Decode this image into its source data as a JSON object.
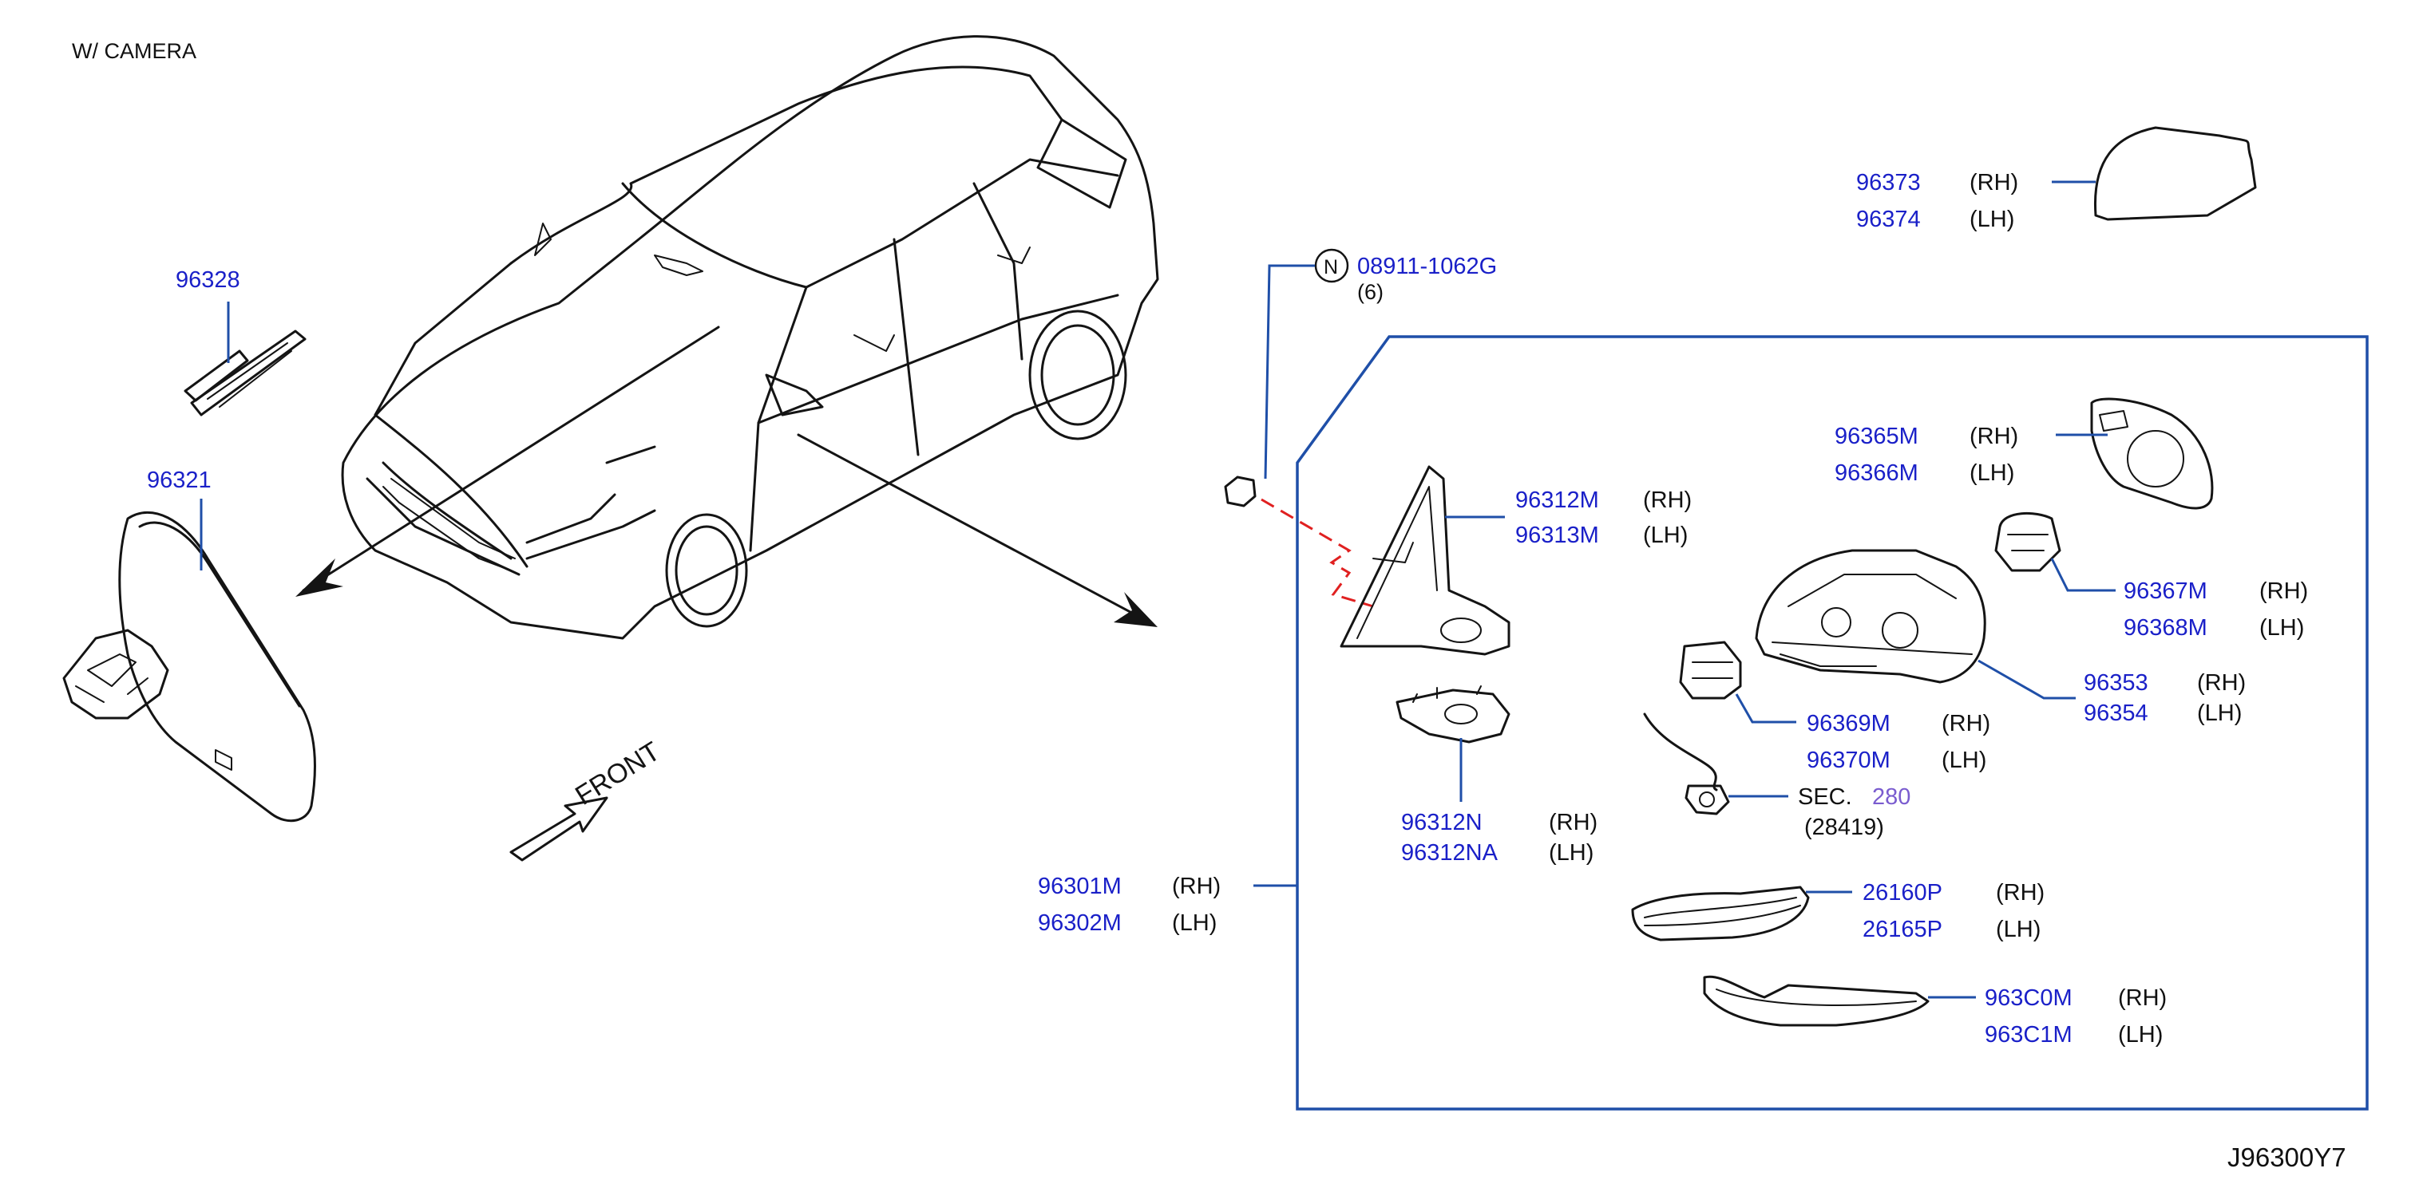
{
  "header": {
    "variant_label": "W/   CAMERA"
  },
  "footer": {
    "diagram_code": "J96300Y7"
  },
  "front_label": "FRONT",
  "colors": {
    "part_number": "#1a20c8",
    "leader_line": "#1f4fa8",
    "ref_link": "#7a5ccf",
    "red_dash": "#e02020",
    "ink": "#141414"
  },
  "parts": {
    "p96328": {
      "number": "96328"
    },
    "p96321": {
      "number": "96321"
    },
    "p08911": {
      "symbol": "N",
      "number": "08911-1062G",
      "qty": "(6)"
    },
    "p96373": {
      "number": "96373",
      "side": "(RH)"
    },
    "p96374": {
      "number": "96374",
      "side": "(LH)"
    },
    "p96365M": {
      "number": "96365M",
      "side": "(RH)"
    },
    "p96366M": {
      "number": "96366M",
      "side": "(LH)"
    },
    "p96312M": {
      "number": "96312M",
      "side": "(RH)"
    },
    "p96313M": {
      "number": "96313M",
      "side": "(LH)"
    },
    "p96367M": {
      "number": "96367M",
      "side": "(RH)"
    },
    "p96368M": {
      "number": "96368M",
      "side": "(LH)"
    },
    "p96353": {
      "number": "96353",
      "side": "(RH)"
    },
    "p96354": {
      "number": "96354",
      "side": "(LH)"
    },
    "p96369M": {
      "number": "96369M",
      "side": "(RH)"
    },
    "p96370M": {
      "number": "96370M",
      "side": "(LH)"
    },
    "sec": {
      "prefix": "SEC.",
      "link": "280",
      "sub": "(28419)"
    },
    "p96312N": {
      "number": "96312N",
      "side": "(RH)"
    },
    "p96312NA": {
      "number": "96312NA",
      "side": "(LH)"
    },
    "p96301M": {
      "number": "96301M",
      "side": "(RH)"
    },
    "p96302M": {
      "number": "96302M",
      "side": "(LH)"
    },
    "p26160P": {
      "number": "26160P",
      "side": "(RH)"
    },
    "p26165P": {
      "number": "26165P",
      "side": "(LH)"
    },
    "p963C0M": {
      "number": "963C0M",
      "side": "(RH)"
    },
    "p963C1M": {
      "number": "963C1M",
      "side": "(LH)"
    }
  }
}
